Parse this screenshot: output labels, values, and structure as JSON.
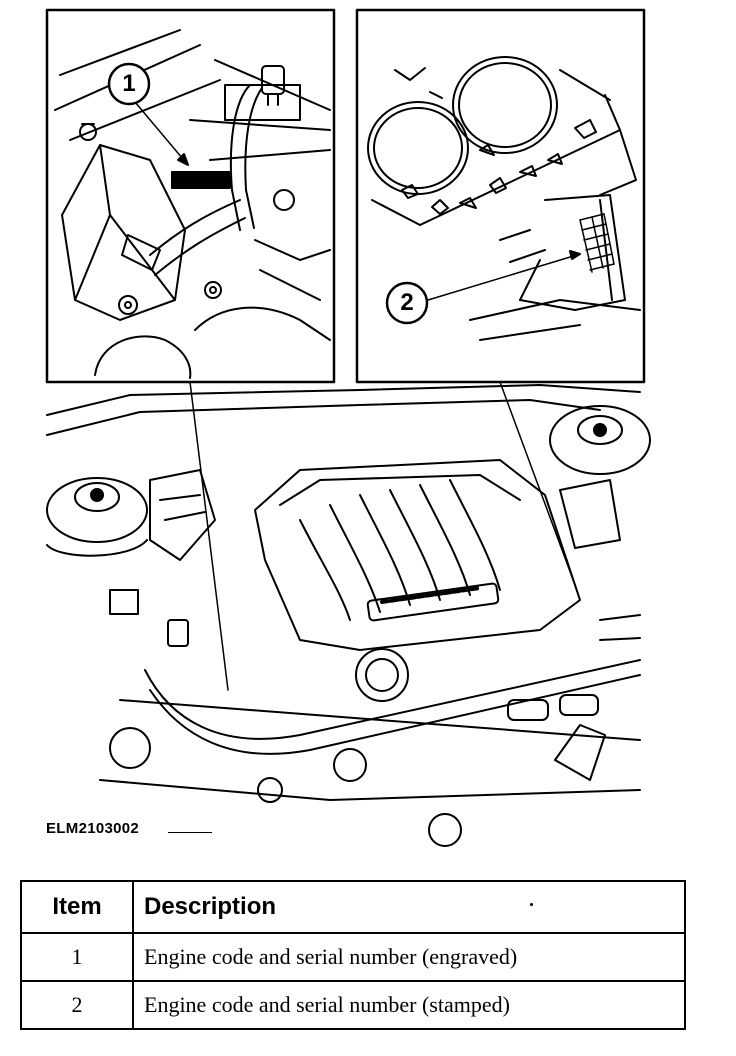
{
  "figure": {
    "id": "ELM2103002",
    "callouts": [
      "1",
      "2"
    ]
  },
  "legend": {
    "headers": {
      "item": "Item",
      "description": "Description"
    },
    "rows": [
      {
        "item": "1",
        "description": "Engine code and serial number (engraved)"
      },
      {
        "item": "2",
        "description": "Engine code and serial number (stamped)"
      }
    ]
  }
}
